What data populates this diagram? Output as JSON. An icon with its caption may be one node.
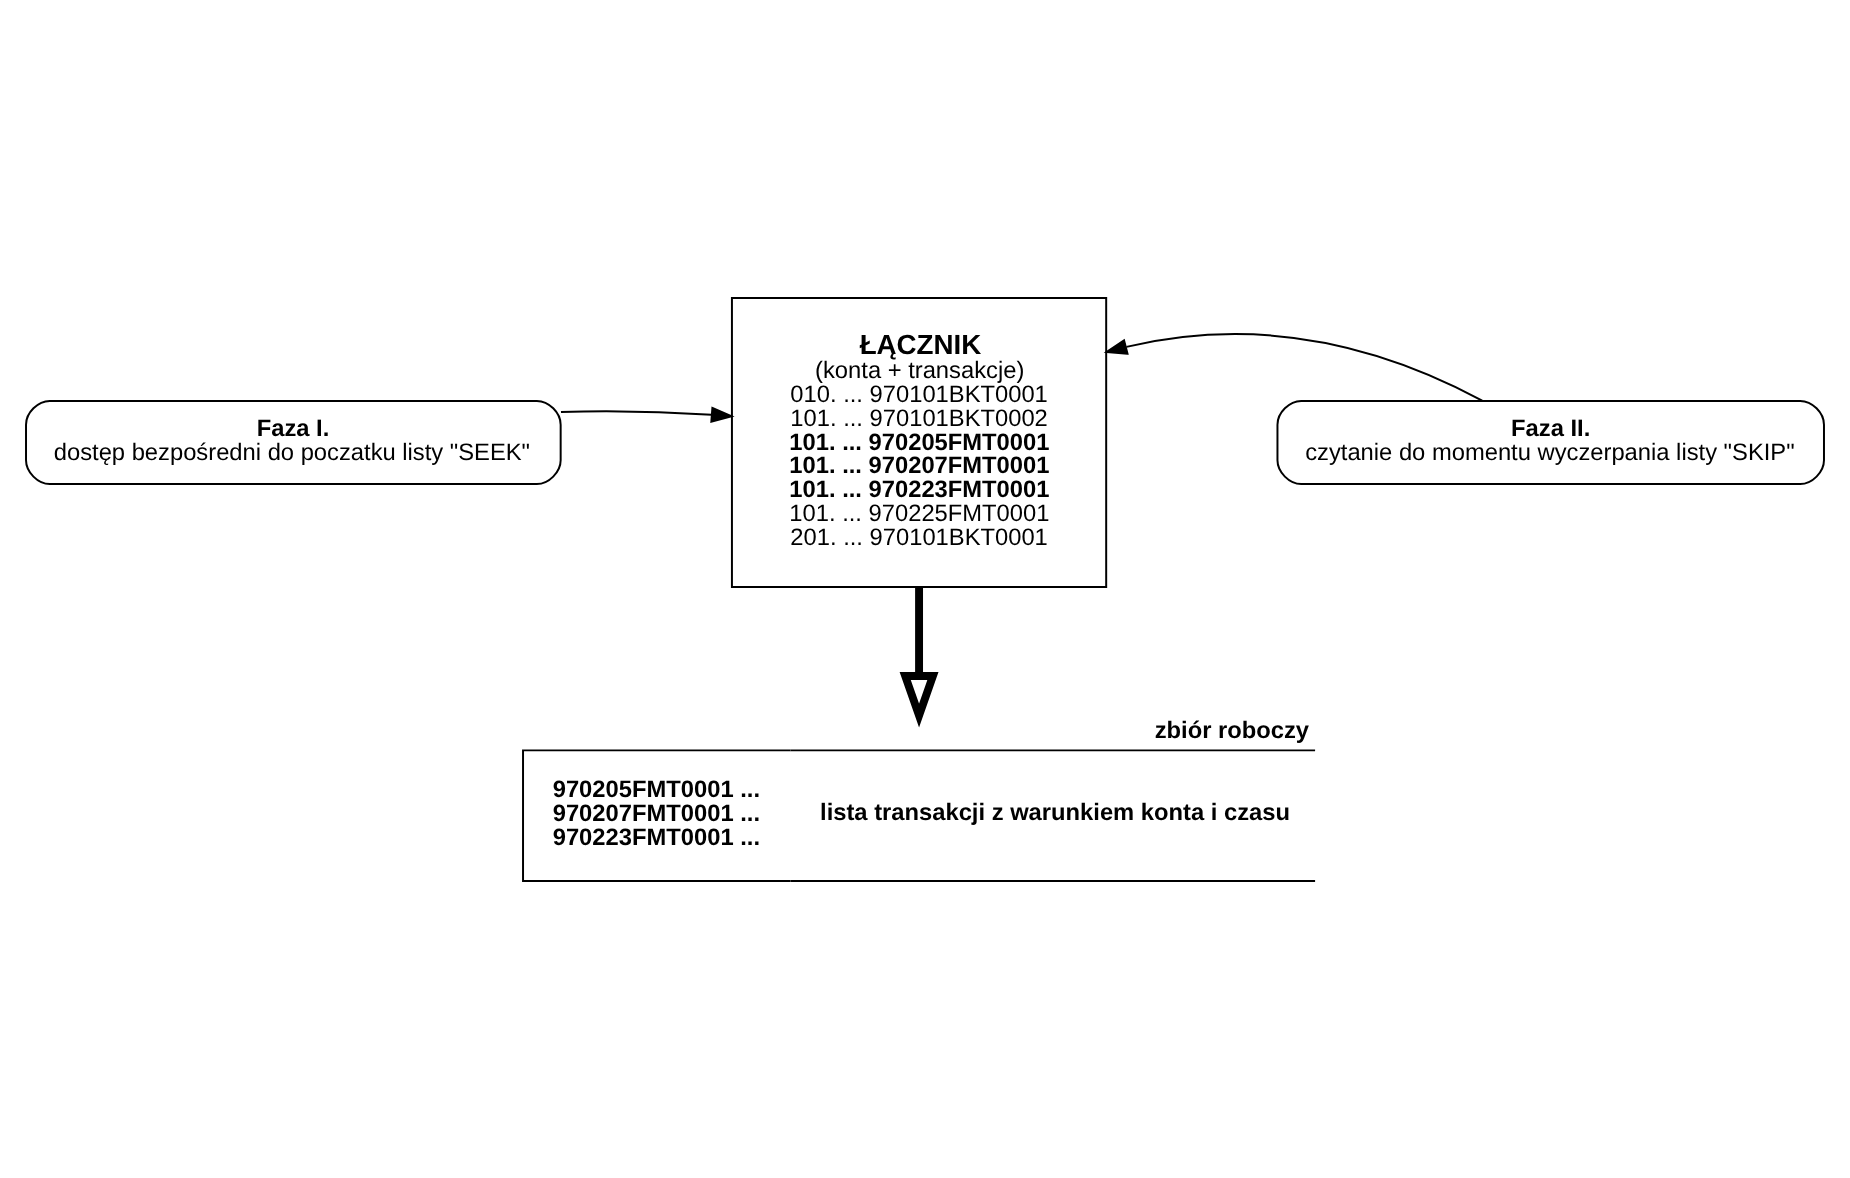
{
  "diagram": {
    "nodes": [
      {
        "text": [
          "Faza I.",
          "dostęp bezpośredni do poczatku listy \"SEEK\""
        ]
      },
      {
        "text": [
          "ŁĄCZNIK",
          "(konta + transakcje)",
          "010. ... 970101BKT0001",
          "101. ... 970101BKT0002",
          "101. ... 970205FMT0001",
          "101. ... 970207FMT0001",
          "101. ... 970223FMT0001",
          "101. ... 970225FMT0001",
          "201. ... 970101BKT0001"
        ]
      },
      {
        "text": [
          "Faza II.",
          "czytanie do momentu wyczerpania listy \"SKIP\""
        ]
      },
      {
        "text": [
          "zbiór roboczy",
          "970205FMT0001 ...",
          "970207FMT0001 ...",
          "970223FMT0001 ...",
          "lista transakcji z warunkiem konta i czasu"
        ]
      }
    ],
    "edges": [
      {
        "from": 0,
        "to": 1,
        "arrow": "to"
      },
      {
        "from": 2,
        "to": 1,
        "arrow": "to"
      },
      {
        "from": 1,
        "to": 3,
        "arrow": "to",
        "style": "thick"
      }
    ]
  }
}
